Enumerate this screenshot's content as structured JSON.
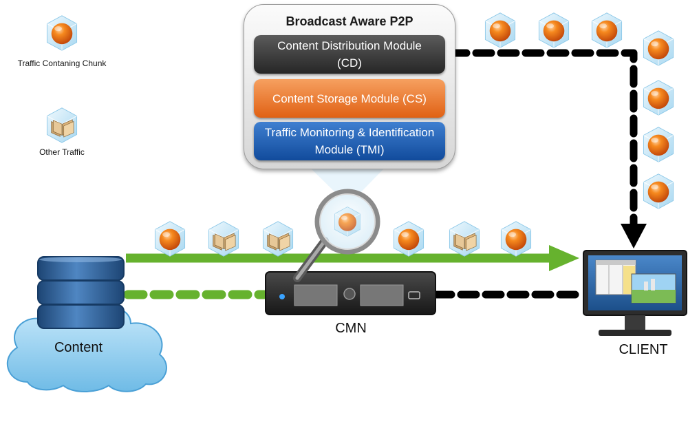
{
  "panel": {
    "title": "Broadcast Aware P2P",
    "modules": [
      {
        "label": "Content Distribution Module (CD)"
      },
      {
        "label": "Content Storage Module (CS)"
      },
      {
        "label": "Traffic Monitoring & Identification Module (TMI)"
      }
    ]
  },
  "legend": {
    "chunk_label": "Traffic Contaning Chunk",
    "other_label": "Other Traffic"
  },
  "nodes": {
    "content_label": "Content",
    "cmn_label": "CMN",
    "client_label": "CLIENT"
  },
  "colors": {
    "green_arrow": "#66b22e",
    "chunk_orange": "#f07418",
    "cube_blue": "#bfe3f6",
    "cloud_blue": "#8fcdef",
    "server_dark": "#2f2f2f",
    "db_blue": "#2e5f95"
  },
  "icons": {
    "chunk": "orange-ball-cube-icon",
    "other": "folder-cube-icon",
    "database": "database-icon",
    "server": "server-icon",
    "client": "monitor-icon",
    "magnifier": "magnifier-icon"
  }
}
